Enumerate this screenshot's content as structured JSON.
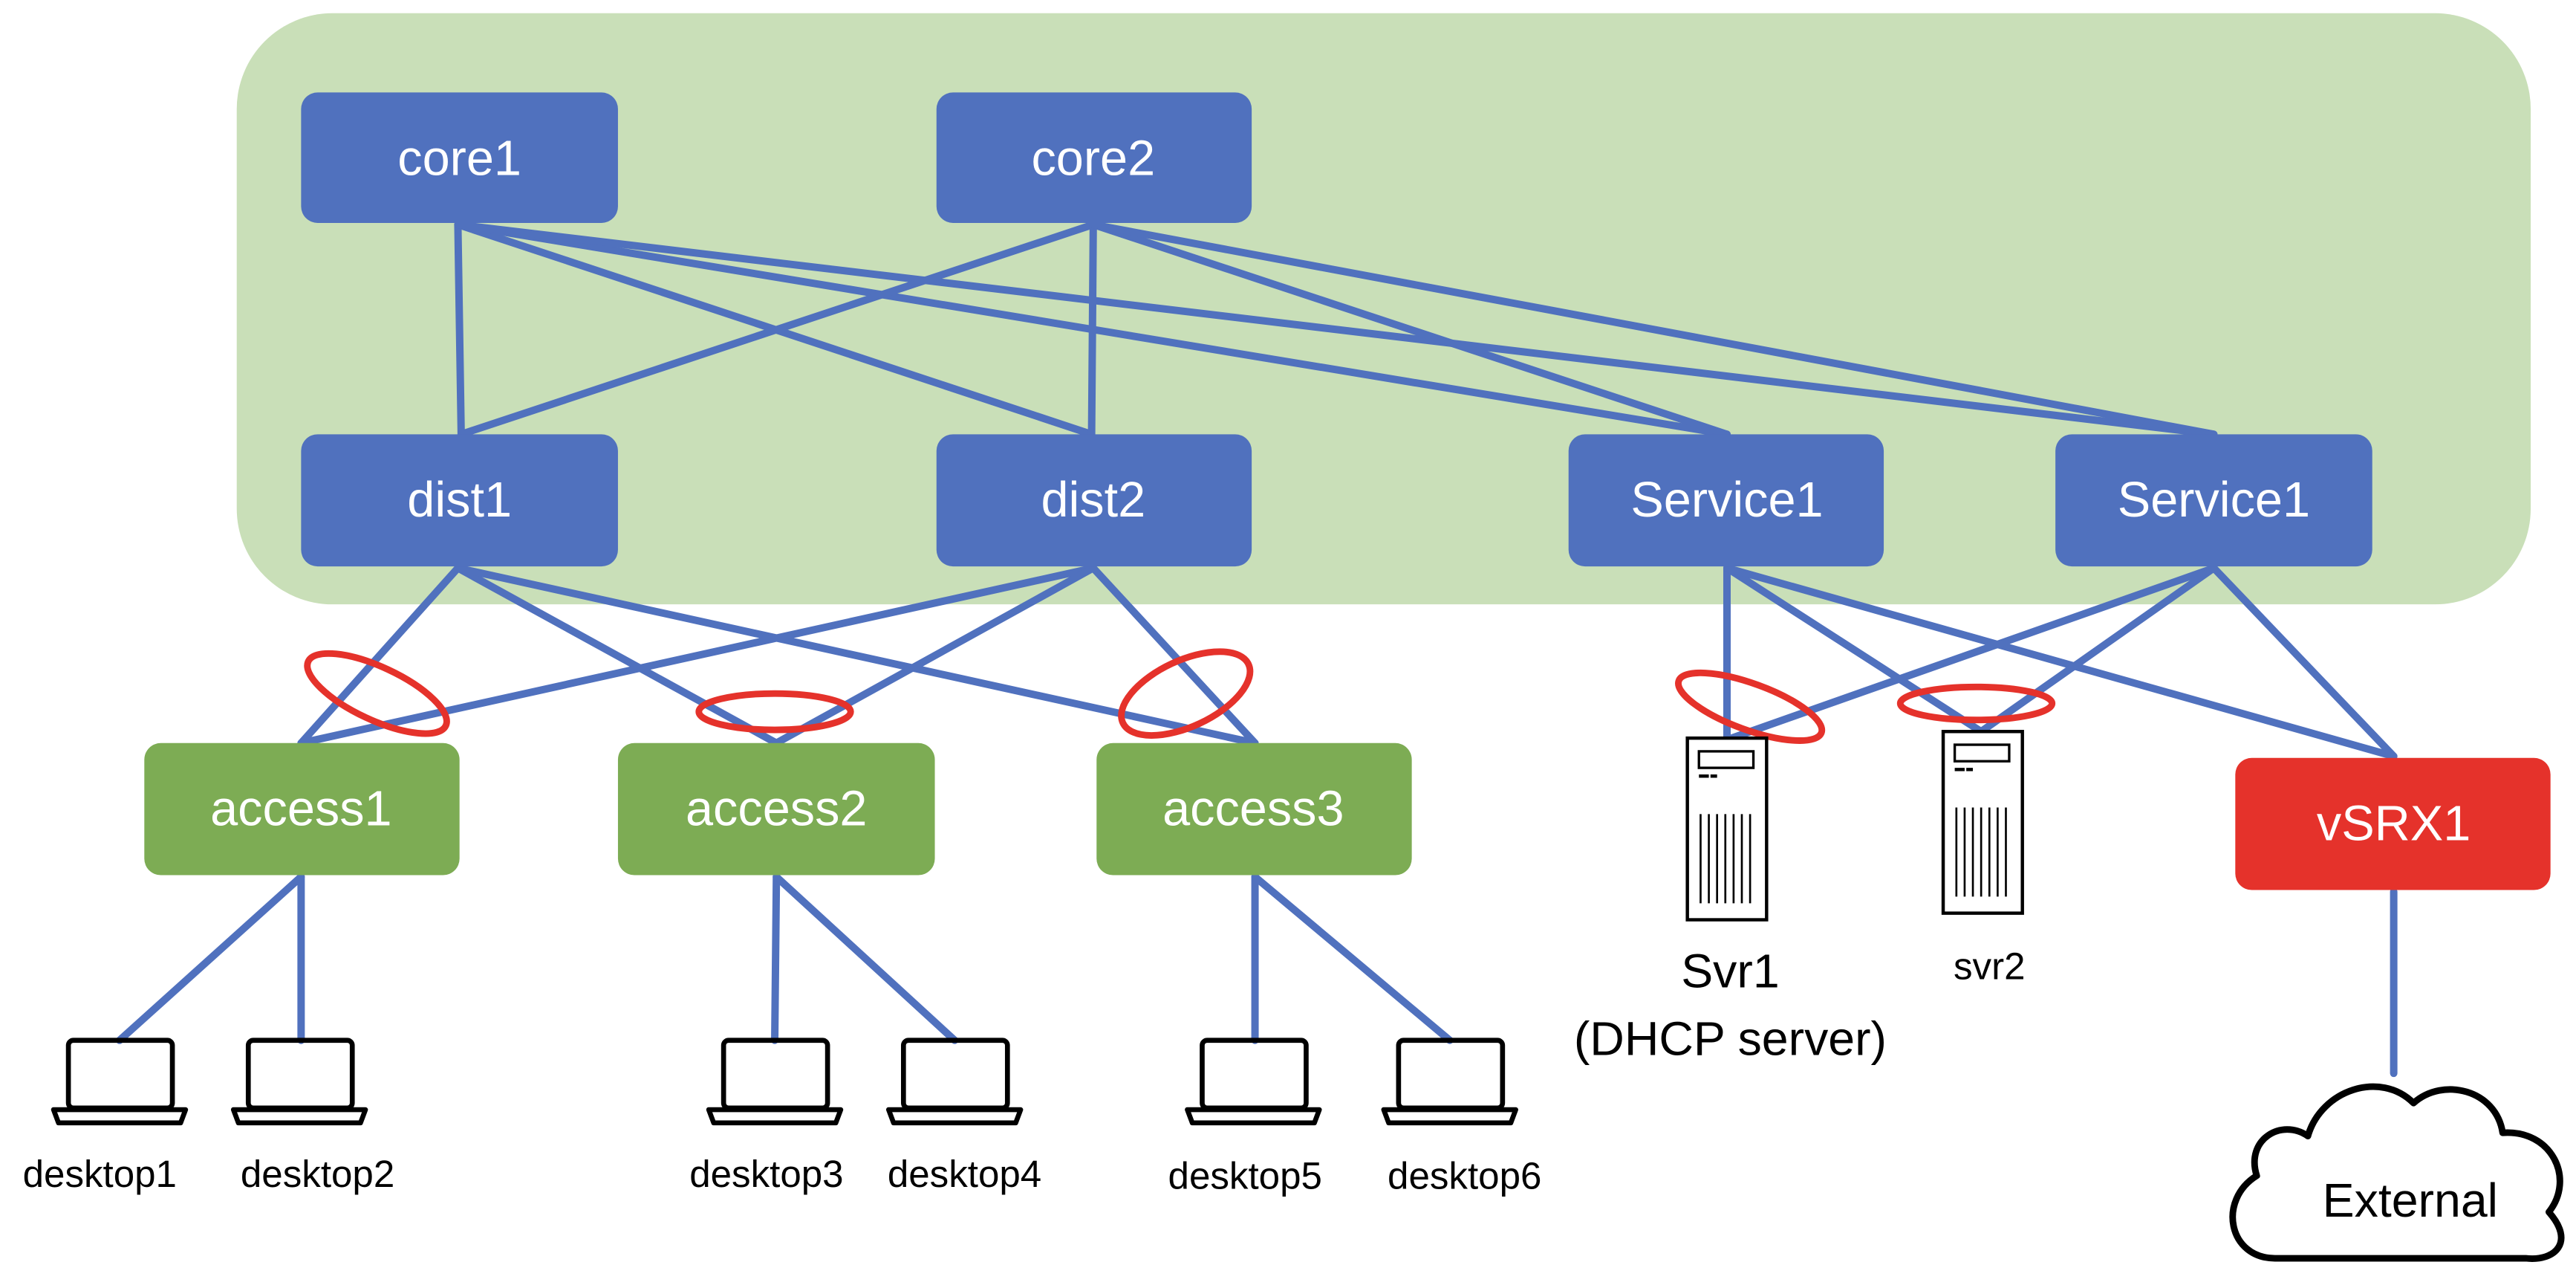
{
  "colors": {
    "backbone_area": "#c9dfb8",
    "switch": "#5071be",
    "access": "#7dac54",
    "firewall": "#e5322b",
    "link": "#5071be",
    "lag_ring": "#e5322b"
  },
  "nodes": {
    "core1": "core1",
    "core2": "core2",
    "dist1": "dist1",
    "dist2": "dist2",
    "service1_a": "Service1",
    "service1_b": "Service1",
    "access1": "access1",
    "access2": "access2",
    "access3": "access3",
    "vsrx1": "vSRX1"
  },
  "servers": {
    "svr1": "Svr1",
    "svr1_role": "(DHCP server)",
    "svr2": "svr2"
  },
  "desktops": [
    "desktop1",
    "desktop2",
    "desktop3",
    "desktop4",
    "desktop5",
    "desktop6"
  ],
  "cloud": {
    "label": "External"
  },
  "icons": {
    "server": "server-tower-icon",
    "desktop": "laptop-icon",
    "cloud": "cloud-icon"
  }
}
